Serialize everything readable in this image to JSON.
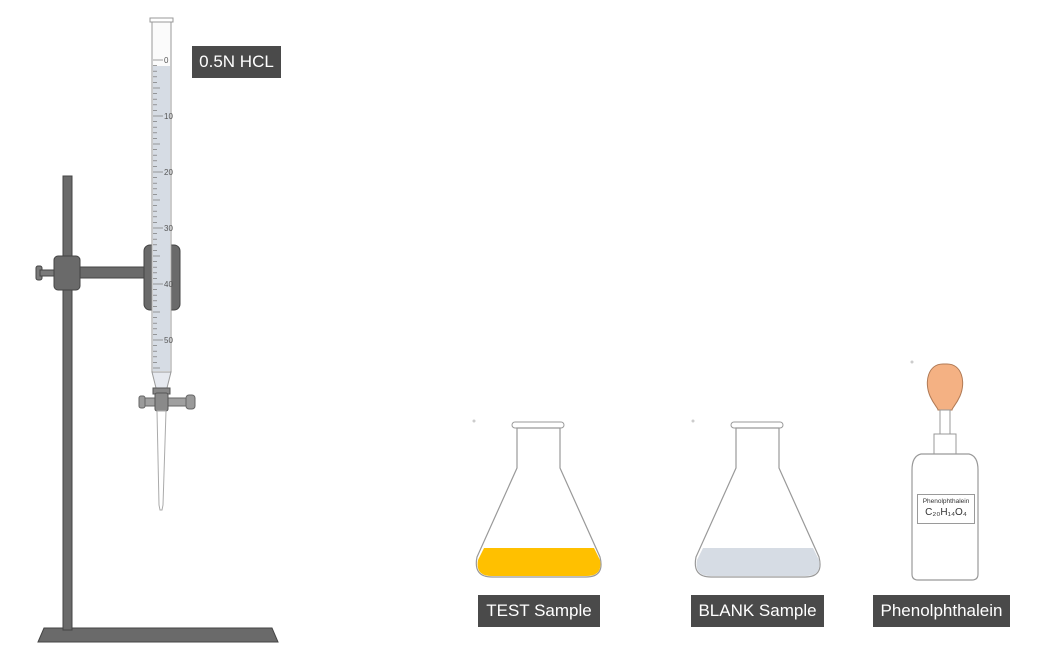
{
  "burette": {
    "label": "0.5N HCL",
    "scale_marks": [
      "0",
      "10",
      "20",
      "30",
      "40",
      "50"
    ]
  },
  "flasks": [
    {
      "label": "TEST Sample",
      "liquid_color": "#FFC000"
    },
    {
      "label": "BLANK Sample",
      "liquid_color": "#D6DCE4"
    }
  ],
  "indicator": {
    "label": "Phenolphthalein",
    "bottle_name": "Phenolphthalein",
    "formula": "C₂₀H₁₄O₄",
    "dropper_bulb_color": "#F4B183"
  },
  "colors": {
    "stand": "#6a6a6a",
    "label_bg": "#4a4a4a",
    "burette_liquid": "#D6DCE4"
  }
}
